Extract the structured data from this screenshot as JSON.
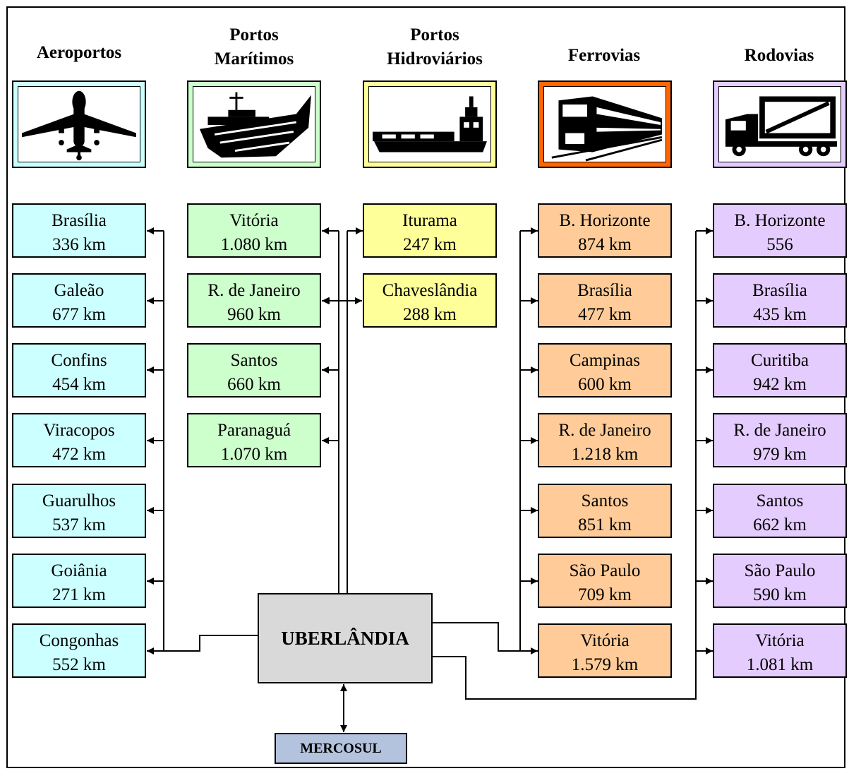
{
  "headers": {
    "aeroportos": "Aeroportos",
    "portos_maritimos_1": "Portos",
    "portos_maritimos_2": "Marítimos",
    "portos_hidroviarios_1": "Portos",
    "portos_hidroviarios_2": "Hidroviários",
    "ferrovias": "Ferrovias",
    "rodovias": "Rodovias"
  },
  "icons": {
    "aeroportos": "airplane-icon",
    "portos_maritimos": "ship-icon",
    "portos_hidroviarios": "barge-icon",
    "ferrovias": "train-icon",
    "rodovias": "truck-icon"
  },
  "colors": {
    "aeroportos": "#ccffff",
    "portos_maritimos": "#ccffcc",
    "portos_hidroviarios": "#ffff99",
    "ferrovias": "#ffcc99",
    "ferrovias_icon_frame": "#ff6600",
    "rodovias": "#e5ccff",
    "hub": "#d9d9d9",
    "mercosul": "#b4c3dd"
  },
  "hub": "UBERLÂNDIA",
  "mercosul": "MERCOSUL",
  "aeroportos": [
    {
      "name": "Brasília",
      "dist": "336 km"
    },
    {
      "name": "Galeão",
      "dist": "677 km"
    },
    {
      "name": "Confins",
      "dist": "454 km"
    },
    {
      "name": "Viracopos",
      "dist": "472 km"
    },
    {
      "name": "Guarulhos",
      "dist": "537 km"
    },
    {
      "name": "Goiânia",
      "dist": "271 km"
    },
    {
      "name": "Congonhas",
      "dist": "552 km"
    }
  ],
  "portos_maritimos": [
    {
      "name": "Vitória",
      "dist": "1.080 km"
    },
    {
      "name": "R. de Janeiro",
      "dist": "960 km"
    },
    {
      "name": "Santos",
      "dist": "660 km"
    },
    {
      "name": "Paranaguá",
      "dist": "1.070 km"
    }
  ],
  "portos_hidroviarios": [
    {
      "name": "Iturama",
      "dist": "247 km"
    },
    {
      "name": "Chaveslândia",
      "dist": "288 km"
    }
  ],
  "ferrovias": [
    {
      "name": "B. Horizonte",
      "dist": "874 km"
    },
    {
      "name": "Brasília",
      "dist": "477 km"
    },
    {
      "name": "Campinas",
      "dist": "600 km"
    },
    {
      "name": "R. de Janeiro",
      "dist": "1.218 km"
    },
    {
      "name": "Santos",
      "dist": "851 km"
    },
    {
      "name": "São Paulo",
      "dist": "709 km"
    },
    {
      "name": "Vitória",
      "dist": "1.579 km"
    }
  ],
  "rodovias": [
    {
      "name": "B. Horizonte",
      "dist": "556"
    },
    {
      "name": "Brasília",
      "dist": "435 km"
    },
    {
      "name": "Curitiba",
      "dist": "942 km"
    },
    {
      "name": "R. de Janeiro",
      "dist": "979 km"
    },
    {
      "name": "Santos",
      "dist": "662 km"
    },
    {
      "name": "São Paulo",
      "dist": "590 km"
    },
    {
      "name": "Vitória",
      "dist": "1.081 km"
    }
  ]
}
